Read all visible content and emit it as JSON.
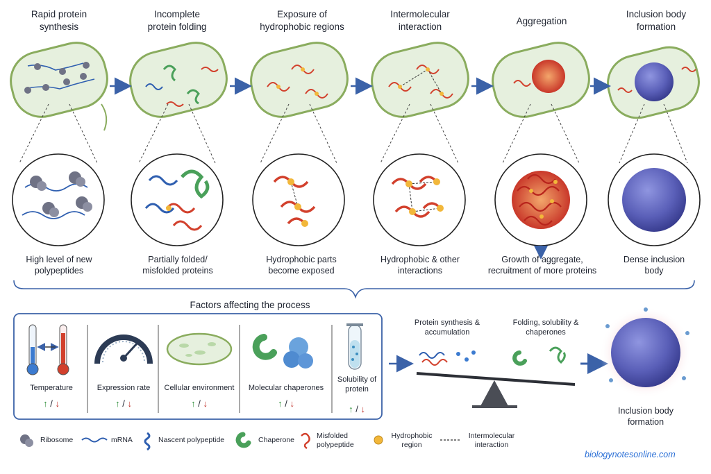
{
  "stages": [
    {
      "title": "Rapid protein synthesis",
      "caption": "High level of new polypeptides"
    },
    {
      "title": "Incomplete protein folding",
      "caption": "Partially folded/ misfolded proteins"
    },
    {
      "title": "Exposure of hydrophobic regions",
      "caption": "Hydrophobic parts become exposed"
    },
    {
      "title": "Intermolecular interaction",
      "caption": "Hydrophobic & other interactions"
    },
    {
      "title": "Aggregation",
      "caption": "Growth of aggregate, recruitment of more proteins"
    },
    {
      "title": "Inclusion body formation",
      "caption": "Dense inclusion body"
    }
  ],
  "factors": {
    "heading": "Factors affecting the process",
    "items": [
      {
        "label": "Temperature"
      },
      {
        "label": "Expression rate"
      },
      {
        "label": "Cellular environment"
      },
      {
        "label": "Molecular chaperones"
      },
      {
        "label": "Solubility of protein"
      }
    ],
    "updown": {
      "up": "↑",
      "sep": "/",
      "down": "↓"
    }
  },
  "balance": {
    "left_label": "Protein synthesis & accumulation",
    "right_label": "Folding, solubility & chaperones",
    "result_label": "Inclusion body formation"
  },
  "legend": [
    {
      "label": "Ribosome",
      "icon": "ribosome-icon"
    },
    {
      "label": "mRNA",
      "icon": "mrna-icon"
    },
    {
      "label": "Nascent polypeptide",
      "icon": "nascent-polypeptide-icon"
    },
    {
      "label": "Chaperone",
      "icon": "chaperone-icon"
    },
    {
      "label": "Misfolded polypeptide",
      "icon": "misfolded-polypeptide-icon"
    },
    {
      "label": "Hydrophobic region",
      "icon": "hydrophobic-region-icon"
    },
    {
      "label": "Intermolecular interaction",
      "icon": "intermolecular-interaction-icon"
    }
  ],
  "credit": "biologynotesonline.com",
  "colors": {
    "cell_fill": "#e6f0de",
    "cell_outline": "#8aac5e",
    "arrow": "#3b62a8",
    "ribosome": "#6f7285",
    "mrna": "#2f5fb0",
    "chaperone": "#4aa05a",
    "misfolded": "#d2402c",
    "hydrophobic": "#f2b73a",
    "inclusion": "#5a5fb8"
  }
}
